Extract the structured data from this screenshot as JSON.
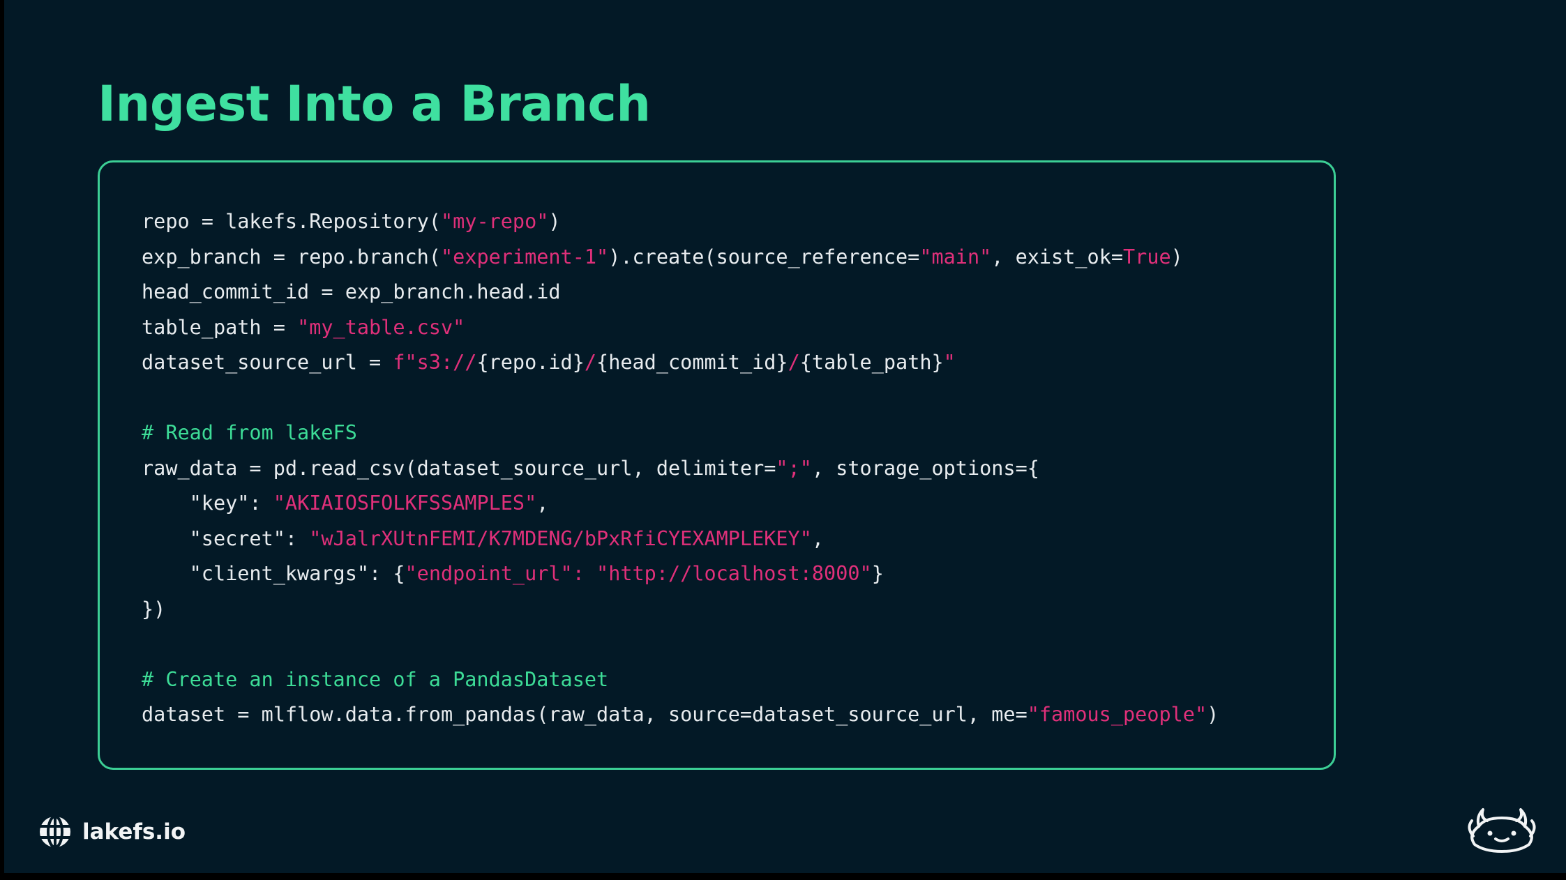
{
  "title": "Ingest Into a Branch",
  "colors": {
    "accent": "#3fe0a0",
    "string": "#e0307a",
    "comment": "#3ddc97",
    "background": "#031926"
  },
  "code": {
    "lines": [
      [
        {
          "t": "repo = lakefs.Repository(",
          "c": "plain"
        },
        {
          "t": "\"my-repo\"",
          "c": "str"
        },
        {
          "t": ")",
          "c": "plain"
        }
      ],
      [
        {
          "t": "exp_branch = repo.branch(",
          "c": "plain"
        },
        {
          "t": "\"experiment-1\"",
          "c": "str"
        },
        {
          "t": ").create(source_reference=",
          "c": "plain"
        },
        {
          "t": "\"main\"",
          "c": "str"
        },
        {
          "t": ", exist_ok=",
          "c": "plain"
        },
        {
          "t": "True",
          "c": "str"
        },
        {
          "t": ")",
          "c": "plain"
        }
      ],
      [
        {
          "t": "head_commit_id = exp_branch.head.id",
          "c": "plain"
        }
      ],
      [
        {
          "t": "table_path = ",
          "c": "plain"
        },
        {
          "t": "\"my_table.csv\"",
          "c": "str"
        }
      ],
      [
        {
          "t": "dataset_source_url = ",
          "c": "plain"
        },
        {
          "t": "f\"s3://",
          "c": "str"
        },
        {
          "t": "{repo.id}",
          "c": "plain"
        },
        {
          "t": "/",
          "c": "str"
        },
        {
          "t": "{head_commit_id}",
          "c": "plain"
        },
        {
          "t": "/",
          "c": "str"
        },
        {
          "t": "{table_path}",
          "c": "plain"
        },
        {
          "t": "\"",
          "c": "str"
        }
      ],
      [],
      [
        {
          "t": "# Read from lakeFS",
          "c": "comment"
        }
      ],
      [
        {
          "t": "raw_data = pd.read_csv(dataset_source_url, delimiter=",
          "c": "plain"
        },
        {
          "t": "\";\"",
          "c": "str"
        },
        {
          "t": ", storage_options={",
          "c": "plain"
        }
      ],
      [
        {
          "t": "    \"key\": ",
          "c": "plain"
        },
        {
          "t": "\"AKIAIOSFOLKFSSAMPLES\"",
          "c": "str"
        },
        {
          "t": ",",
          "c": "plain"
        }
      ],
      [
        {
          "t": "    \"secret\": ",
          "c": "plain"
        },
        {
          "t": "\"wJalrXUtnFEMI/K7MDENG/bPxRfiCYEXAMPLEKEY\"",
          "c": "str"
        },
        {
          "t": ",",
          "c": "plain"
        }
      ],
      [
        {
          "t": "    \"client_kwargs\": {",
          "c": "plain"
        },
        {
          "t": "\"endpoint_url\": \"http://localhost:8000\"",
          "c": "str"
        },
        {
          "t": "}",
          "c": "plain"
        }
      ],
      [
        {
          "t": "})",
          "c": "plain"
        }
      ],
      [],
      [
        {
          "t": "# Create an instance of a PandasDataset",
          "c": "comment"
        }
      ],
      [
        {
          "t": "dataset = mlflow.data.from_pandas(raw_data, source=dataset_source_url, me=",
          "c": "plain"
        },
        {
          "t": "\"famous_people\"",
          "c": "str"
        },
        {
          "t": ")",
          "c": "plain"
        }
      ]
    ]
  },
  "footer": {
    "site": "lakefs.io",
    "left_icon": "globe-icon",
    "right_icon": "axolotl-mascot-icon"
  }
}
